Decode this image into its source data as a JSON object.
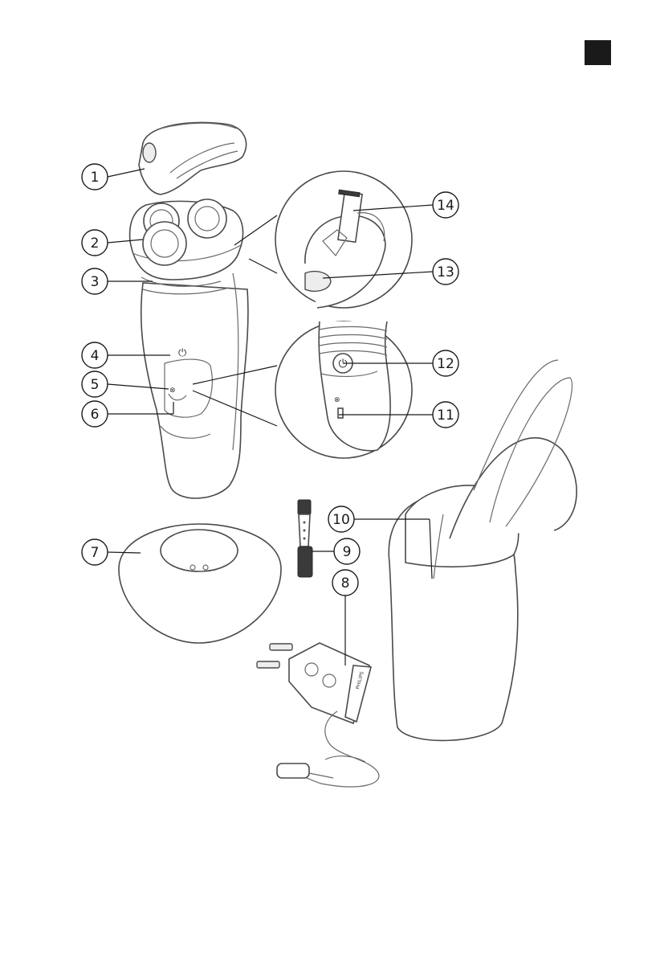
{
  "callouts": [
    "1",
    "2",
    "3",
    "4",
    "5",
    "6",
    "7",
    "8",
    "9",
    "10",
    "11",
    "12",
    "13",
    "14"
  ],
  "brand_label": "PHILIPS",
  "icons": {
    "power": "power-icon",
    "lock": "travel-lock-icon",
    "battery": "battery-icon"
  }
}
